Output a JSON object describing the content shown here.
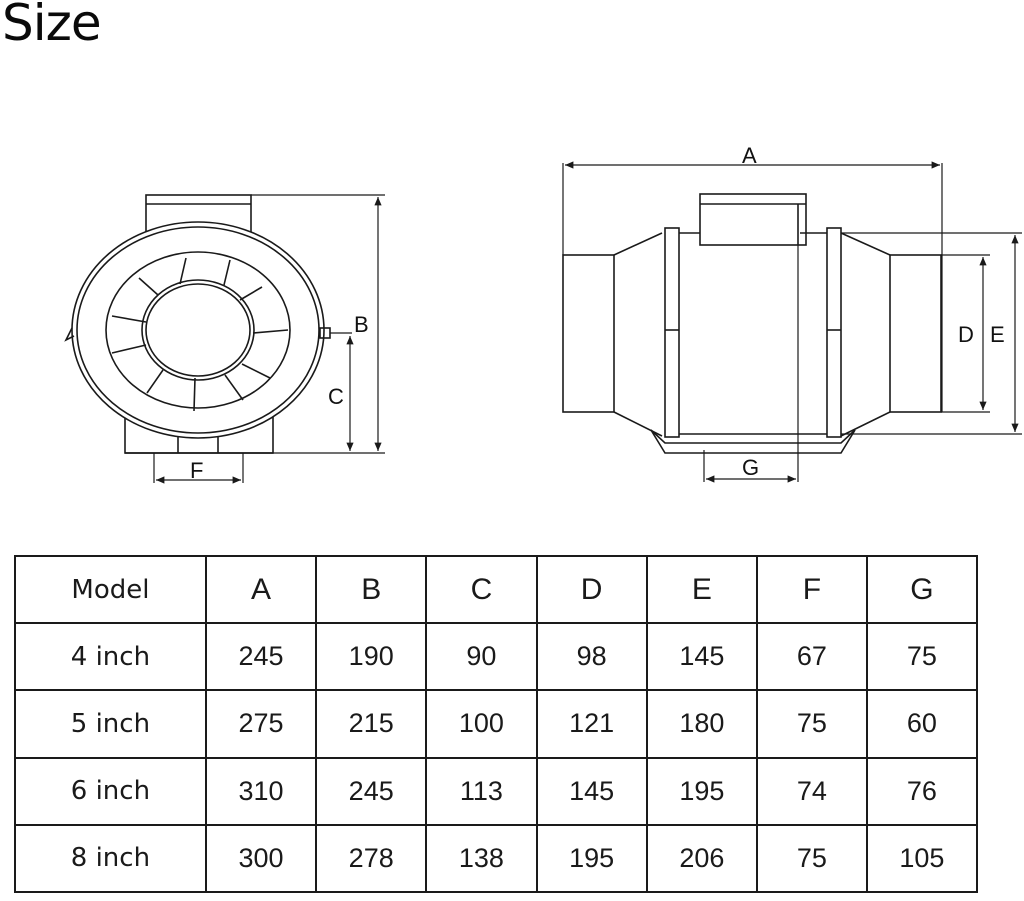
{
  "title": "Size",
  "front_view": {
    "dimension_labels": {
      "B": "B",
      "C": "C",
      "F": "F"
    }
  },
  "side_view": {
    "dimension_labels": {
      "A": "A",
      "D": "D",
      "E": "E",
      "G": "G"
    }
  },
  "table": {
    "headers": [
      "Model",
      "A",
      "B",
      "C",
      "D",
      "E",
      "F",
      "G"
    ],
    "rows": [
      {
        "model": "4 inch",
        "A": "245",
        "B": "190",
        "C": "90",
        "D": "98",
        "E": "145",
        "F": "67",
        "G": "75"
      },
      {
        "model": "5 inch",
        "A": "275",
        "B": "215",
        "C": "100",
        "D": "121",
        "E": "180",
        "F": "75",
        "G": "60"
      },
      {
        "model": "6 inch",
        "A": "310",
        "B": "245",
        "C": "113",
        "D": "145",
        "E": "195",
        "F": "74",
        "G": "76"
      },
      {
        "model": "8 inch",
        "A": "300",
        "B": "278",
        "C": "138",
        "D": "195",
        "E": "206",
        "F": "75",
        "G": "105"
      }
    ]
  },
  "colors": {
    "line": "#1a1a1a",
    "background": "#ffffff"
  }
}
